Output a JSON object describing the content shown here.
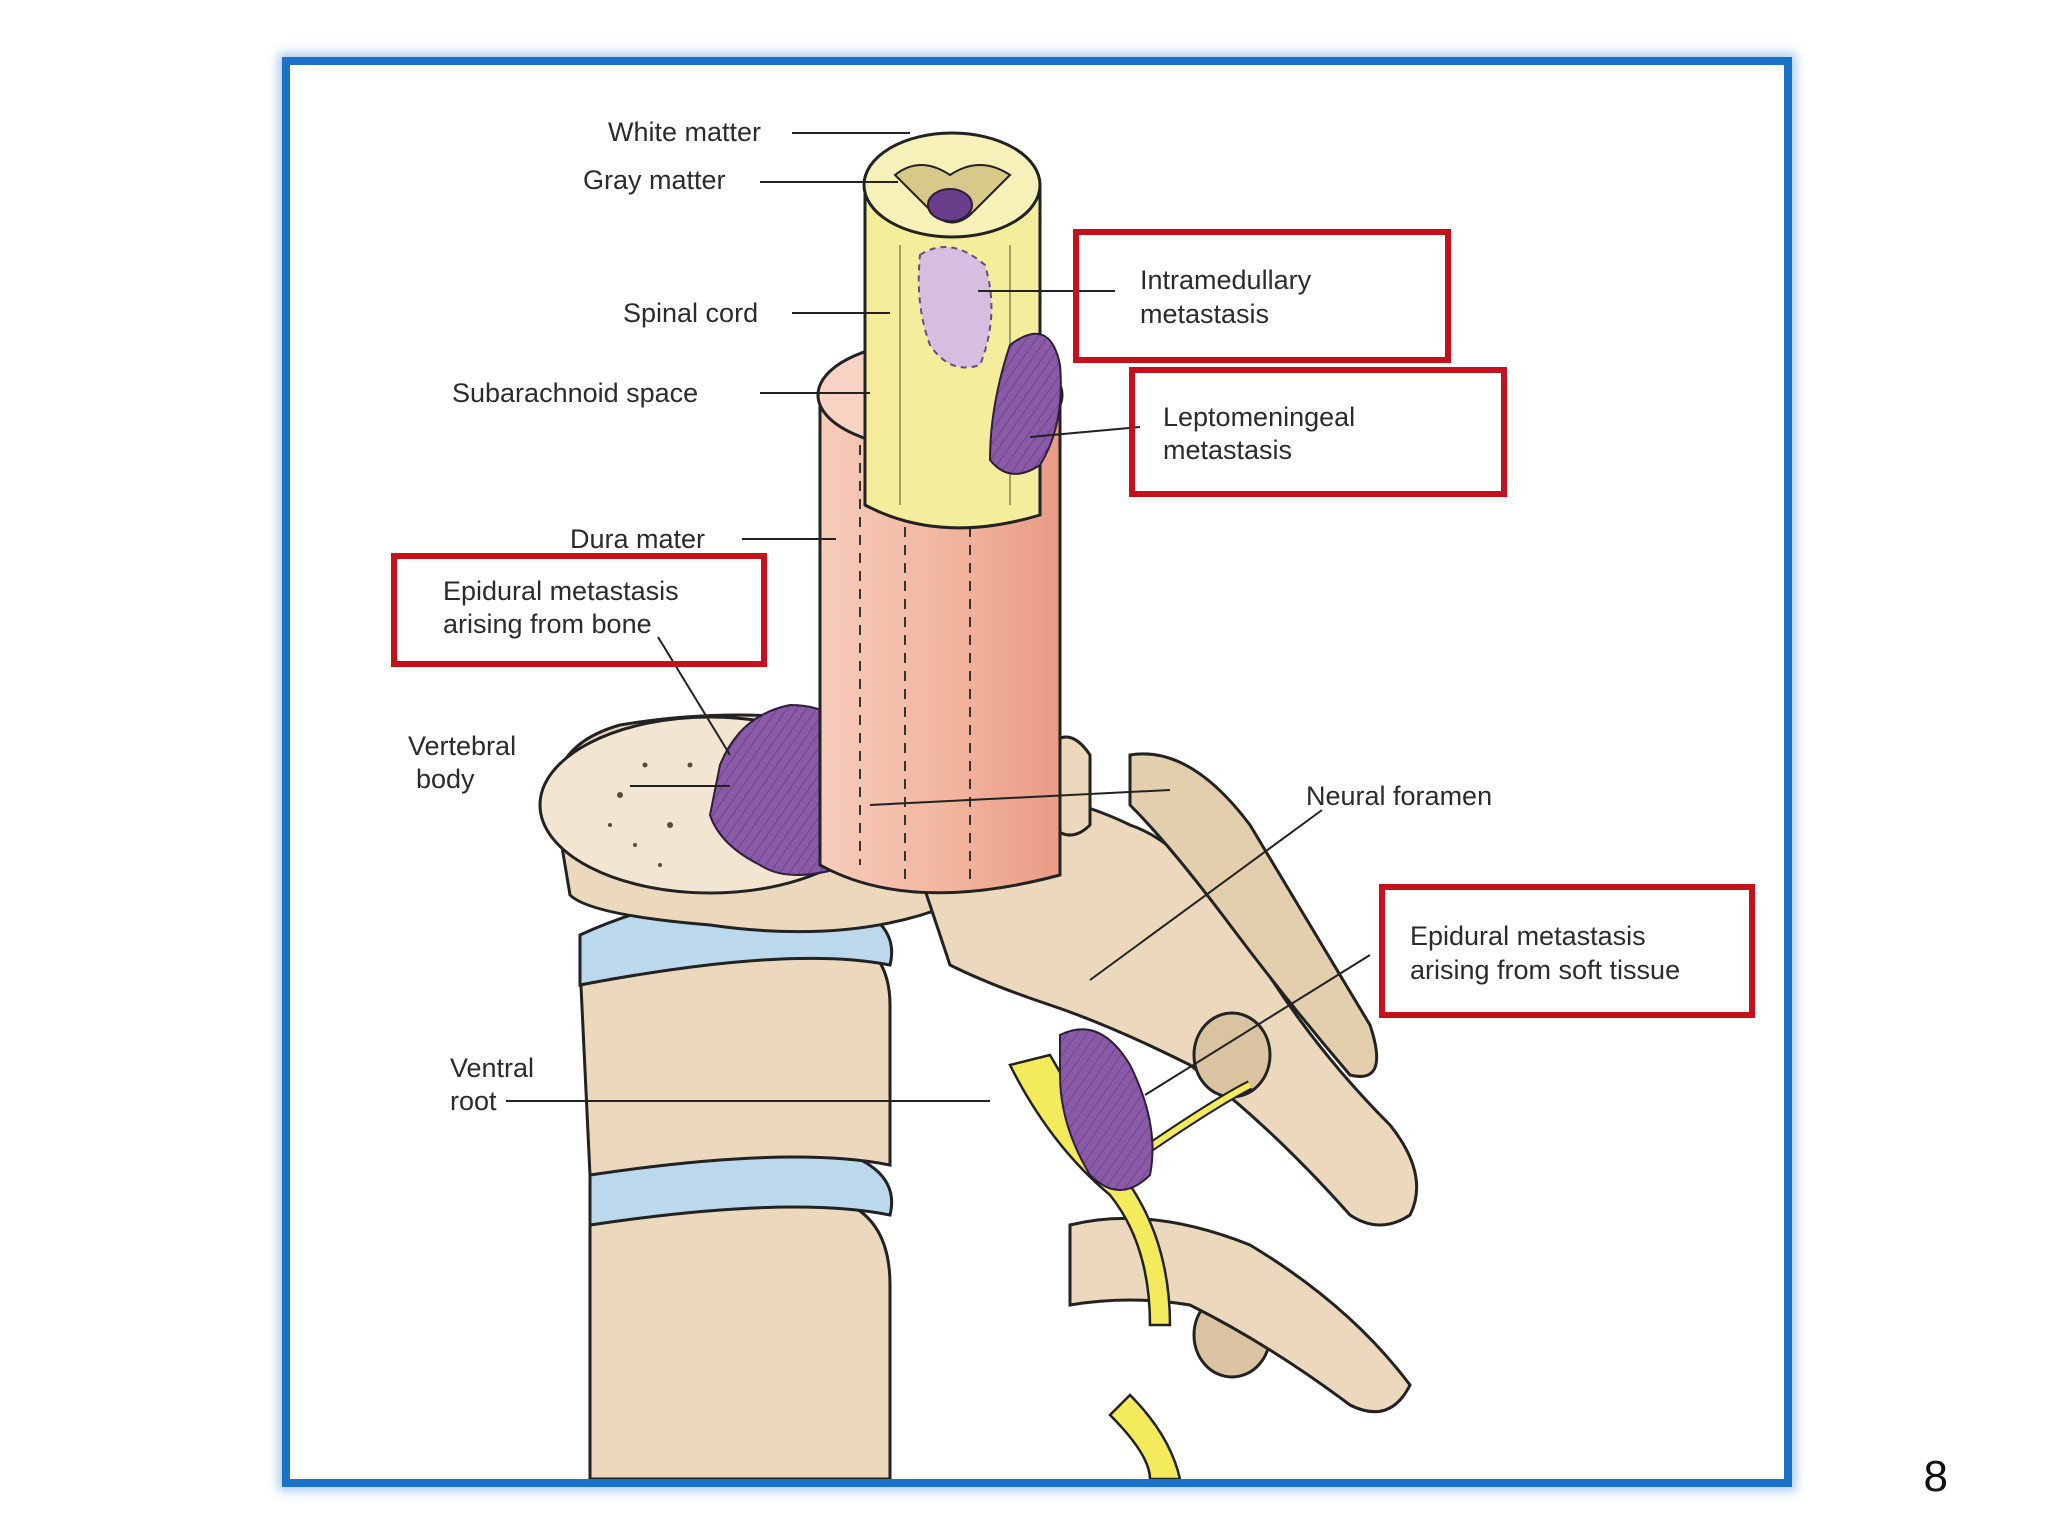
{
  "diagram": {
    "labels": {
      "white_matter": "White matter",
      "gray_matter": "Gray matter",
      "spinal_cord": "Spinal cord",
      "subarachnoid_space": "Subarachnoid space",
      "dura_mater": "Dura mater",
      "vertebral_body_line1": "Vertebral",
      "vertebral_body_line2": "body",
      "neural_foramen": "Neural foramen",
      "ventral_root_line1": "Ventral",
      "ventral_root_line2": "root"
    },
    "highlighted": {
      "intramedullary_line1": "Intramedullary",
      "intramedullary_line2": "metastasis",
      "leptomeningeal_line1": "Leptomeningeal",
      "leptomeningeal_line2": "metastasis",
      "epidural_bone_line1": "Epidural metastasis",
      "epidural_bone_line2": "arising from bone",
      "epidural_soft_line1": "Epidural metastasis",
      "epidural_soft_line2": "arising from soft tissue"
    }
  },
  "colors": {
    "frame": "#1a73c9",
    "highlight_box": "#c4111b",
    "bone": "#ecd9bd",
    "spinal_cord": "#f4ee9c",
    "dura": "#f2b7a0",
    "tumor": "#8a5aa8",
    "disc": "#bcd8ec",
    "nerve": "#f3ea5c"
  },
  "page_number": "8"
}
